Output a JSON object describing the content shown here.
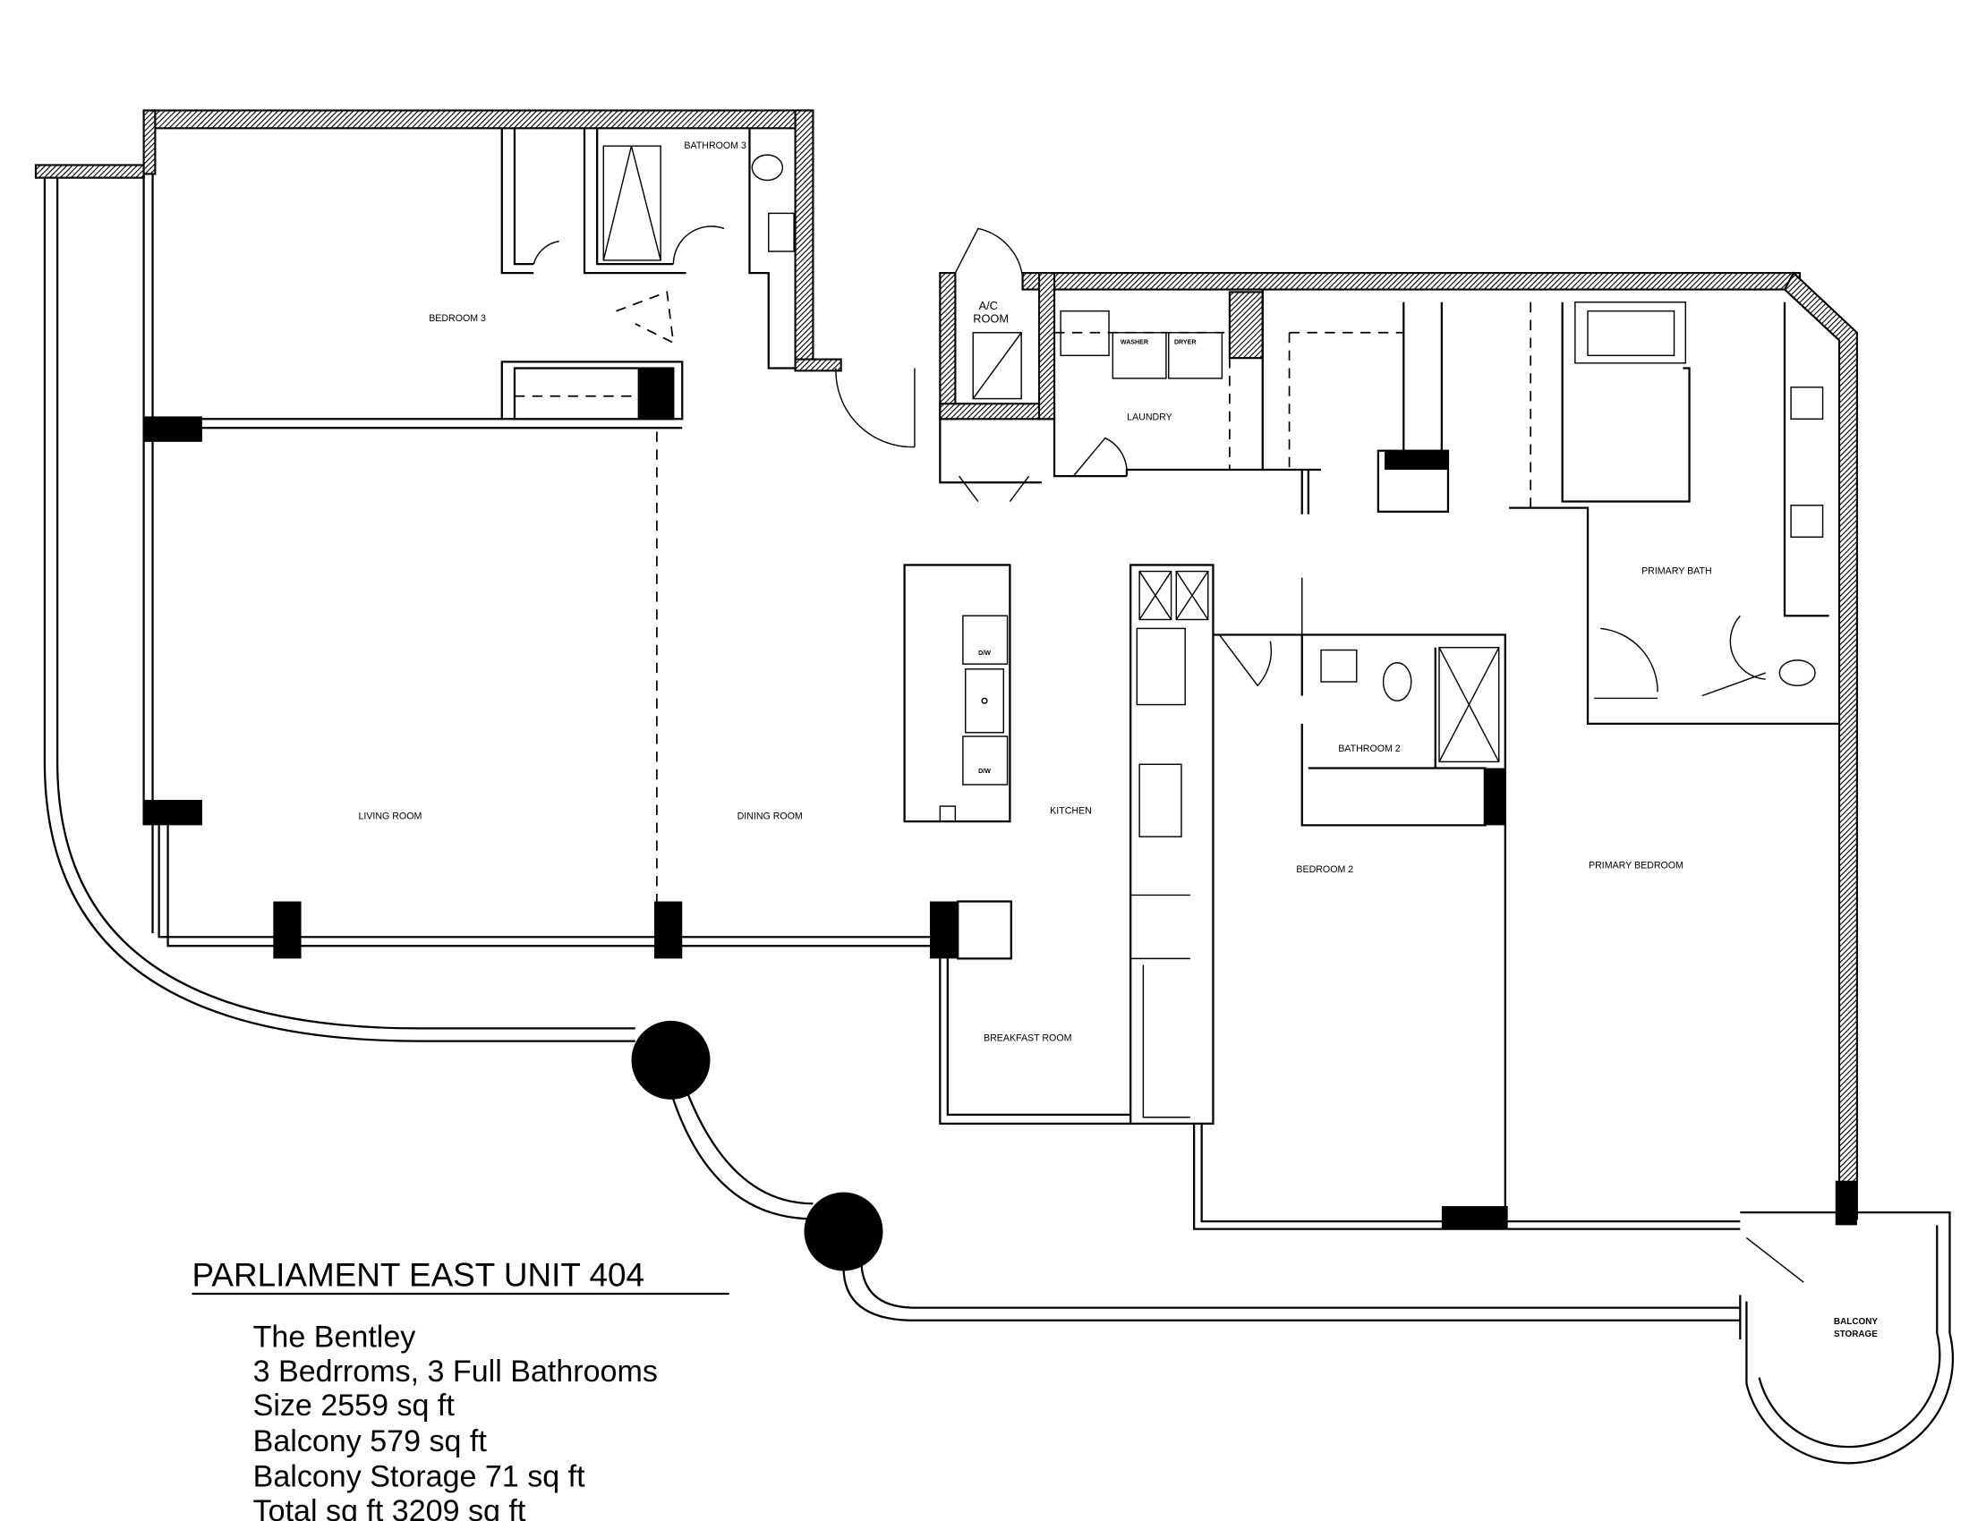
{
  "title": "PARLIAMENT EAST UNIT 404",
  "details": [
    "The Bentley",
    "3 Bedrroms, 3 Full Bathrooms",
    "Size 2559 sq ft",
    "Balcony 579 sq ft",
    "Balcony Storage 71 sq ft",
    "Total sq ft 3209 sq ft"
  ],
  "rooms": {
    "bathroom3": "BATHROOM 3",
    "bedroom3": "BEDROOM 3",
    "ac_room_1": "A/C",
    "ac_room_2": "ROOM",
    "laundry": "LAUNDRY",
    "washer": "WASHER",
    "dryer": "DRYER",
    "living_room": "LIVING ROOM",
    "dining_room": "DINING ROOM",
    "kitchen": "KITCHEN",
    "dw1": "D/W",
    "dw2": "D/W",
    "breakfast_room": "BREAKFAST ROOM",
    "bathroom2": "BATHROOM 2",
    "bedroom2": "BEDROOM 2",
    "primary_bath": "PRIMARY BATH",
    "primary_bedroom": "PRIMARY BEDROOM",
    "balcony_storage_1": "BALCONY",
    "balcony_storage_2": "STORAGE"
  }
}
